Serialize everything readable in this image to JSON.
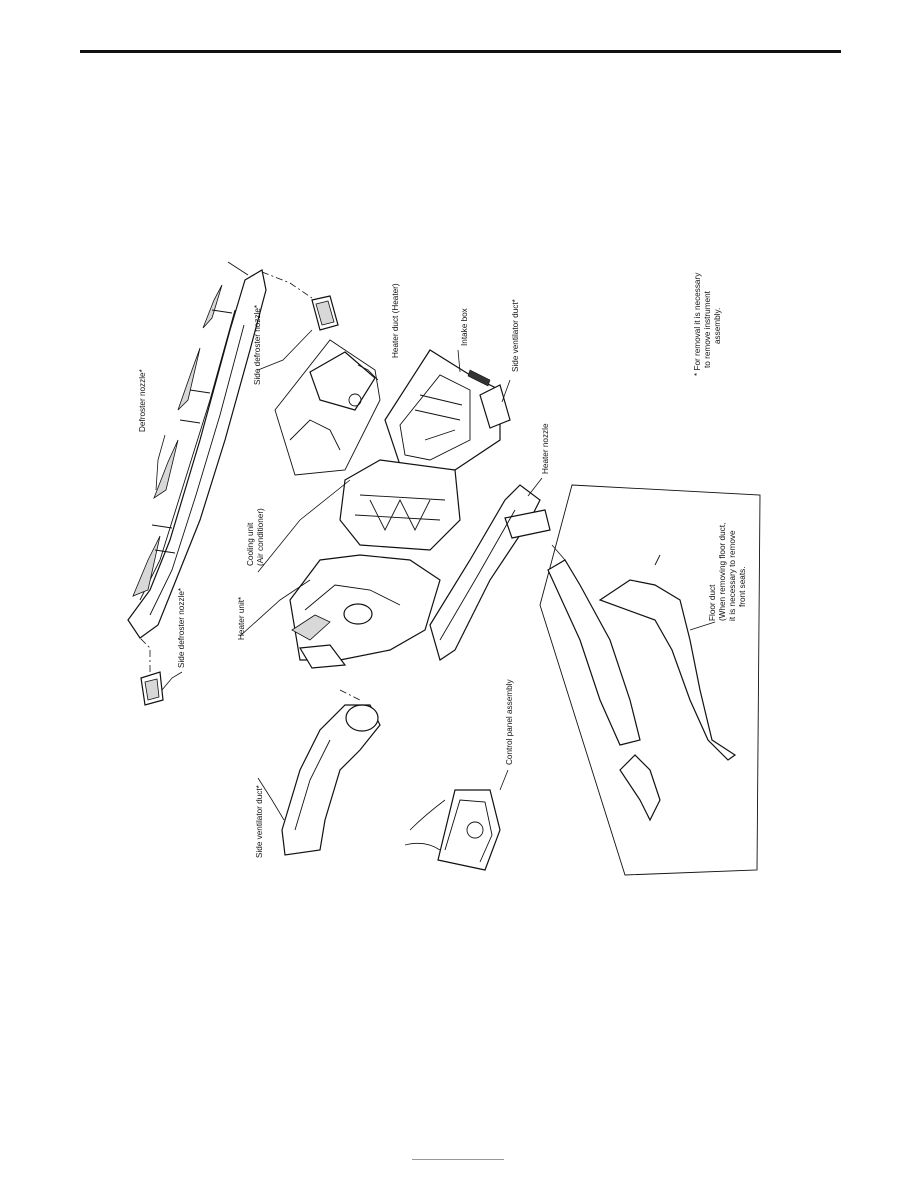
{
  "labels": {
    "side_defroster_nozzle_left": "Side defroster nozzle*",
    "defroster_nozzle": "Defroster nozzle*",
    "side_defroster_nozzle_right": "Side defroster nozzle*",
    "heater_duct": "Heater duct (Heater)",
    "intake_box": "Intake box",
    "side_ventilator_duct_right": "Side ventilator duct*",
    "cooling_unit_line1": "Cooling unit",
    "cooling_unit_line2": "(Air conditioner)",
    "heater_unit": "Heater unit*",
    "heater_nozzle": "Heater nozzle",
    "side_ventilator_duct_left": "Side ventilator duct*",
    "control_panel_assembly": "Control panel assembly",
    "floor_duct_line1": "Floor duct",
    "floor_duct_line2": "(When removing floor duct,",
    "floor_duct_line3": "it is necessary to remove",
    "floor_duct_line4": "front seats.",
    "note_line1": "* For removal it is necessary",
    "note_line2": "to remove instrument",
    "note_line3": "assembly."
  }
}
